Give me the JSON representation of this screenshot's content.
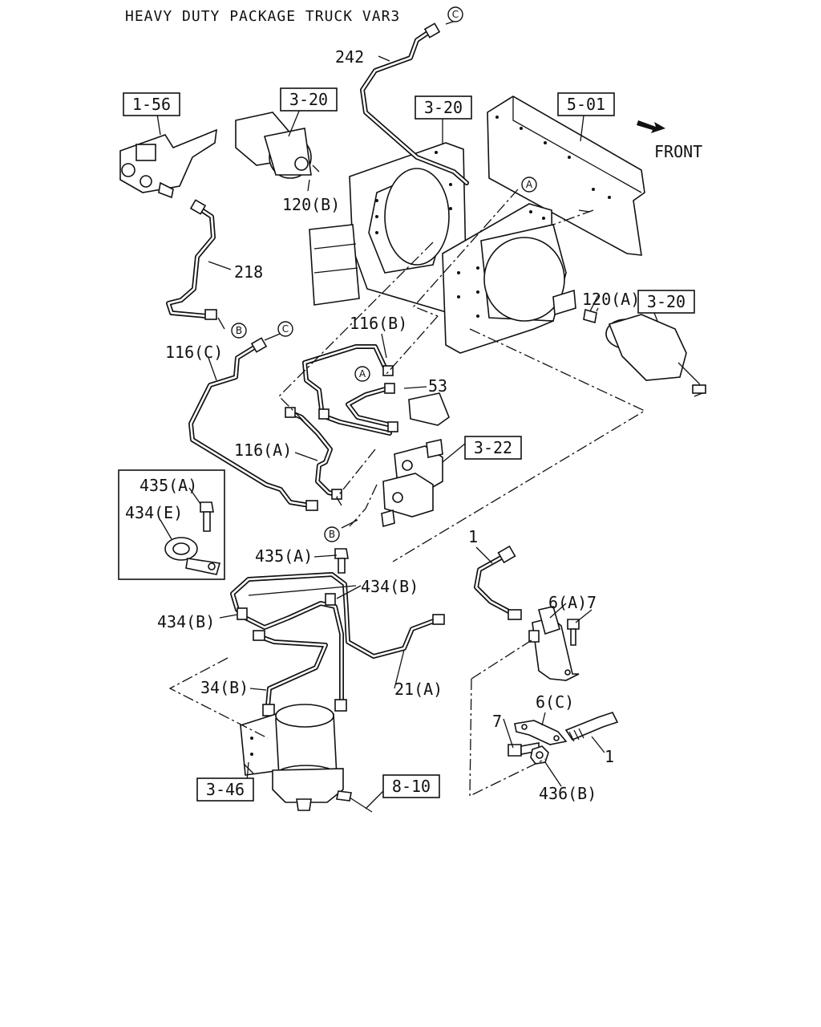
{
  "title": "HEAVY DUTY PACKAGE TRUCK VAR3",
  "front_label": "FRONT",
  "references": {
    "ref_1_56": "1-56",
    "ref_3_20_top": "3-20",
    "ref_3_20_mid": "3-20",
    "ref_5_01": "5-01",
    "ref_3_20_right": "3-20",
    "ref_3_22": "3-22",
    "ref_3_46": "3-46",
    "ref_8_10": "8-10"
  },
  "callouts": {
    "p242": "242",
    "p120b": "120(B)",
    "p218": "218",
    "p120a": "120(A)",
    "p116b": "116(B)",
    "p116c": "116(C)",
    "p53": "53",
    "p116a": "116(A)",
    "p435a_box": "435(A)",
    "p434e": "434(E)",
    "p435a": "435(A)",
    "p434b_right": "434(B)",
    "p434b_left": "434(B)",
    "p34b": "34(B)",
    "p21a": "21(A)",
    "p1_top": "1",
    "p6a": "6(A)",
    "p7_top": "7",
    "p6c": "6(C)",
    "p7_bottom": "7",
    "p1_bottom": "1",
    "p436b": "436(B)"
  },
  "markers": {
    "c_top": "C",
    "c_mid": "C",
    "b_mid": "B",
    "b_low": "B",
    "a_top": "A",
    "a_mid": "A"
  }
}
